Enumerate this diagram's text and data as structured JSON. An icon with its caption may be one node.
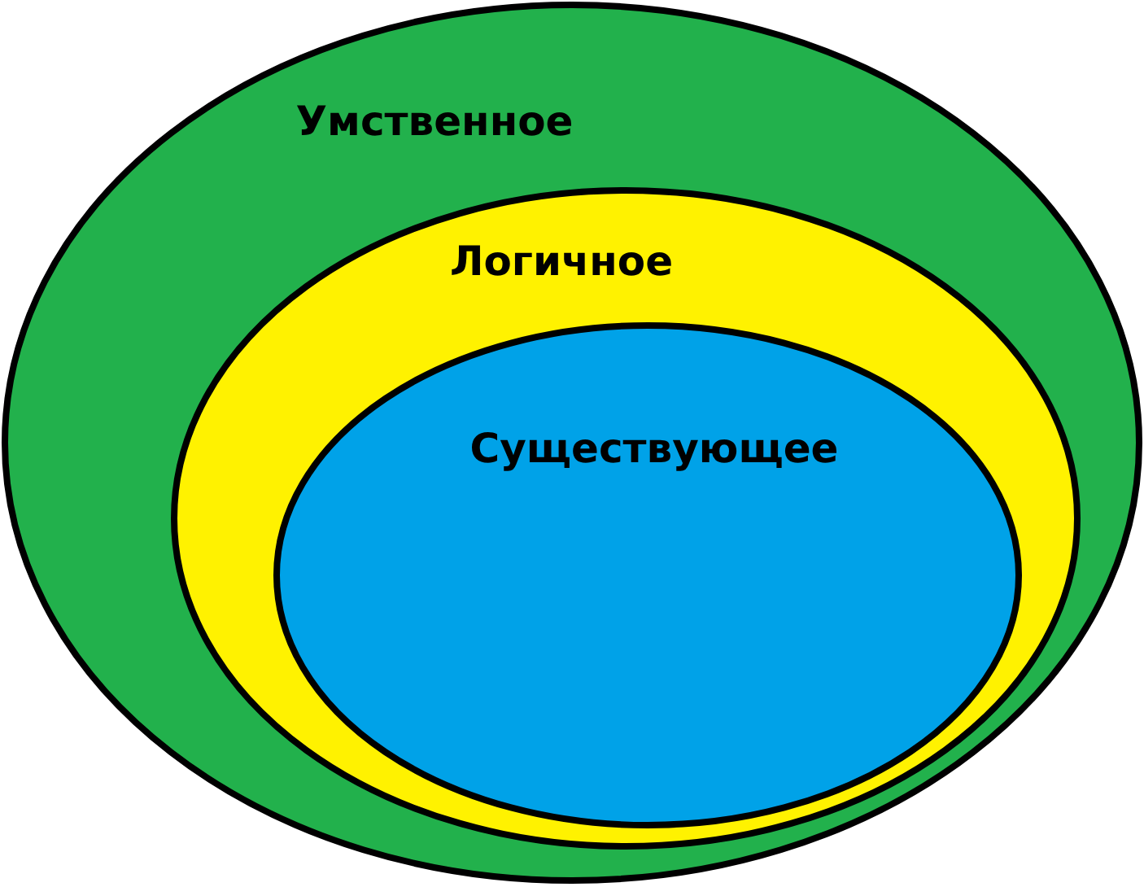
{
  "diagram": {
    "nodes": [
      {
        "text": [
          "Умственное"
        ]
      },
      {
        "text": [
          "Логичное"
        ],
        "in": 0
      },
      {
        "text": [
          "Существующее"
        ],
        "in": 1
      }
    ]
  }
}
